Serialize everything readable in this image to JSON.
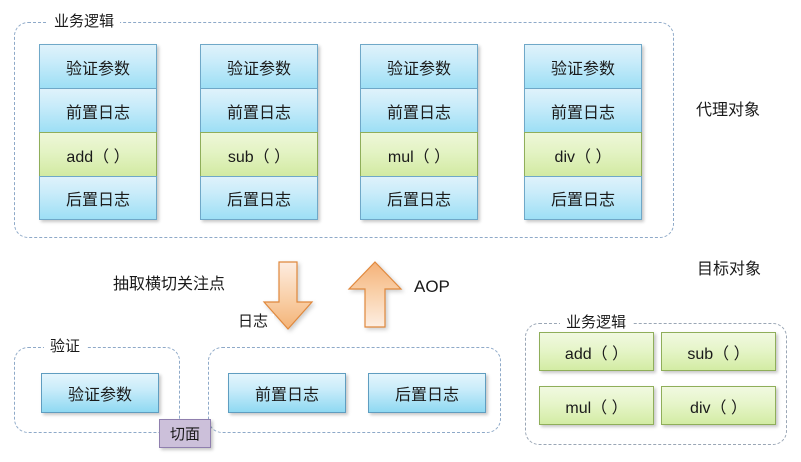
{
  "diagram": {
    "proxy_section": {
      "caption": "业务逻辑",
      "side_label": "代理对象",
      "columns": [
        {
          "cells": [
            {
              "text": "验证参数",
              "kind": "blue"
            },
            {
              "text": "前置日志",
              "kind": "blue"
            },
            {
              "text": "add（ ）",
              "kind": "green"
            },
            {
              "text": "后置日志",
              "kind": "blue"
            }
          ]
        },
        {
          "cells": [
            {
              "text": "验证参数",
              "kind": "blue"
            },
            {
              "text": "前置日志",
              "kind": "blue"
            },
            {
              "text": "sub（ ）",
              "kind": "green"
            },
            {
              "text": "后置日志",
              "kind": "blue"
            }
          ]
        },
        {
          "cells": [
            {
              "text": "验证参数",
              "kind": "blue"
            },
            {
              "text": "前置日志",
              "kind": "blue"
            },
            {
              "text": "mul（ ）",
              "kind": "green"
            },
            {
              "text": "后置日志",
              "kind": "blue"
            }
          ]
        },
        {
          "cells": [
            {
              "text": "验证参数",
              "kind": "blue"
            },
            {
              "text": "前置日志",
              "kind": "blue"
            },
            {
              "text": "div（ ）",
              "kind": "green"
            },
            {
              "text": "后置日志",
              "kind": "blue"
            }
          ]
        }
      ]
    },
    "middle": {
      "extract_label": "抽取横切关注点",
      "aop_label": "AOP",
      "down_arrow_name": "down-arrow",
      "up_arrow_name": "up-arrow"
    },
    "aspect_section": {
      "validate_group_caption": "验证",
      "validate_box": "验证参数",
      "log_group_caption": "日志",
      "log_boxes": [
        "前置日志",
        "后置日志"
      ],
      "aspect_badge": "切面"
    },
    "target_section": {
      "side_label": "目标对象",
      "caption": "业务逻辑",
      "methods": [
        "add（ ）",
        "sub（ ）",
        "mul（ ）",
        "div（ ）"
      ]
    },
    "colors": {
      "blue_fill": "#c9ecfa",
      "blue_border": "#6fa8c8",
      "green_fill": "#e3f3c3",
      "green_border": "#8fae5a",
      "arrow_fill": "#f7c694",
      "arrow_border": "#e0883c",
      "aspect_fill": "#ccc0da",
      "aspect_border": "#8f7fae",
      "dash_border": "#8ea9c8",
      "text": "#1a1a1a"
    }
  }
}
